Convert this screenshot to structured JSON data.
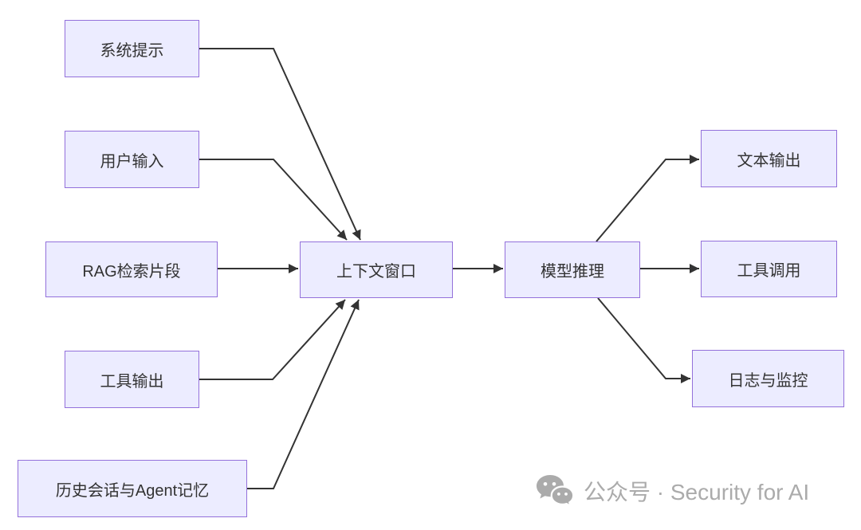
{
  "diagram": {
    "type": "flowchart",
    "direction": "left-to-right",
    "nodes": [
      {
        "id": "system-prompt",
        "label": "系统提示"
      },
      {
        "id": "user-input",
        "label": "用户输入"
      },
      {
        "id": "rag-snippets",
        "label": "RAG检索片段"
      },
      {
        "id": "tool-output",
        "label": "工具输出"
      },
      {
        "id": "history-memory",
        "label": "历史会话与Agent记忆"
      },
      {
        "id": "context-window",
        "label": "上下文窗口"
      },
      {
        "id": "model-inference",
        "label": "模型推理"
      },
      {
        "id": "text-output",
        "label": "文本输出"
      },
      {
        "id": "tool-call",
        "label": "工具调用"
      },
      {
        "id": "logging-monitoring",
        "label": "日志与监控"
      }
    ],
    "edges": [
      {
        "from": "system-prompt",
        "to": "context-window"
      },
      {
        "from": "user-input",
        "to": "context-window"
      },
      {
        "from": "rag-snippets",
        "to": "context-window"
      },
      {
        "from": "tool-output",
        "to": "context-window"
      },
      {
        "from": "history-memory",
        "to": "context-window"
      },
      {
        "from": "context-window",
        "to": "model-inference"
      },
      {
        "from": "model-inference",
        "to": "text-output"
      },
      {
        "from": "model-inference",
        "to": "tool-call"
      },
      {
        "from": "model-inference",
        "to": "logging-monitoring"
      }
    ],
    "colors": {
      "node_fill": "#ECECFF",
      "node_border": "#9370DB",
      "node_text": "#333333",
      "edge": "#333333",
      "background": "#FFFFFF"
    }
  },
  "watermark": {
    "icon": "wechat-icon",
    "text": "公众号 · Security for AI",
    "color": "#ABABAB"
  }
}
